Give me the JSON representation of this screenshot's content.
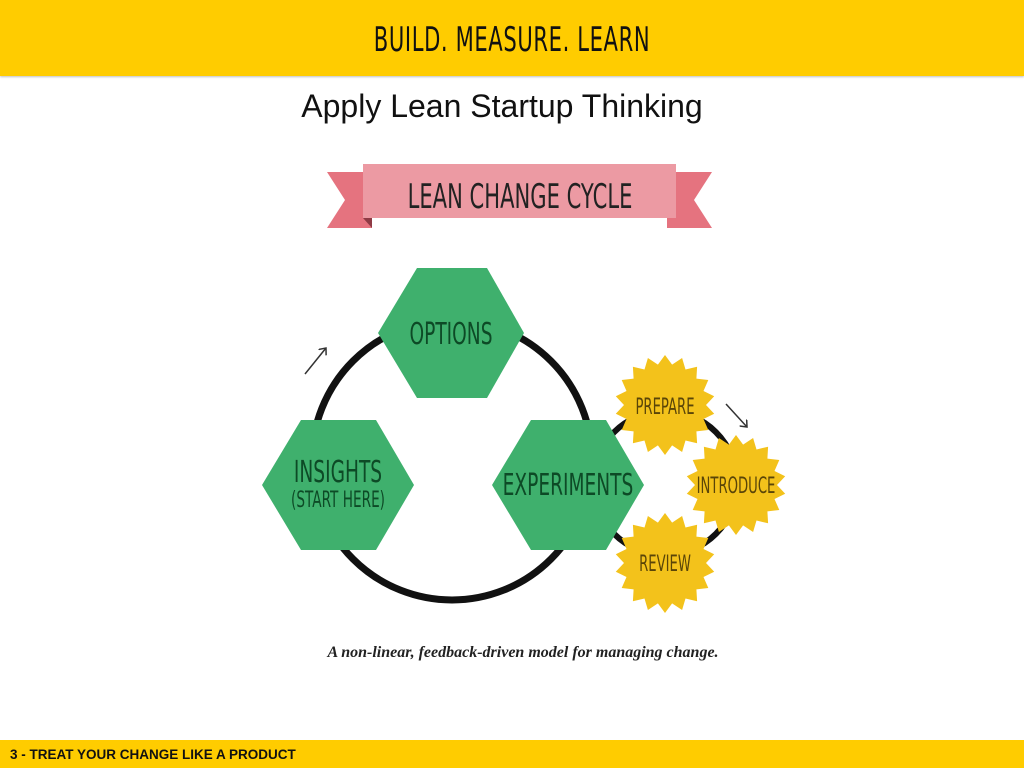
{
  "header": {
    "title": "BUILD. MEASURE. LEARN"
  },
  "slide": {
    "subtitle": "Apply Lean Startup Thinking",
    "footer": "3 - TREAT YOUR CHANGE LIKE A PRODUCT"
  },
  "diagram": {
    "banner_title": "LEAN CHANGE CYCLE",
    "nodes": {
      "options": "OPTIONS",
      "insights": "INSIGHTS",
      "insights_note": "(START HERE)",
      "experiments": "EXPERIMENTS"
    },
    "steps": {
      "prepare": "PREPARE",
      "introduce": "INTRODUCE",
      "review": "REVIEW"
    },
    "caption": "A non-linear, feedback-driven model for managing change.",
    "colors": {
      "hexagon": "#3fb06d",
      "hexagon_text": "#0d4a26",
      "burst": "#f3c21b",
      "banner": "#ec9aa3",
      "banner_tail": "#e5737f",
      "cycle_line": "#111111"
    }
  }
}
